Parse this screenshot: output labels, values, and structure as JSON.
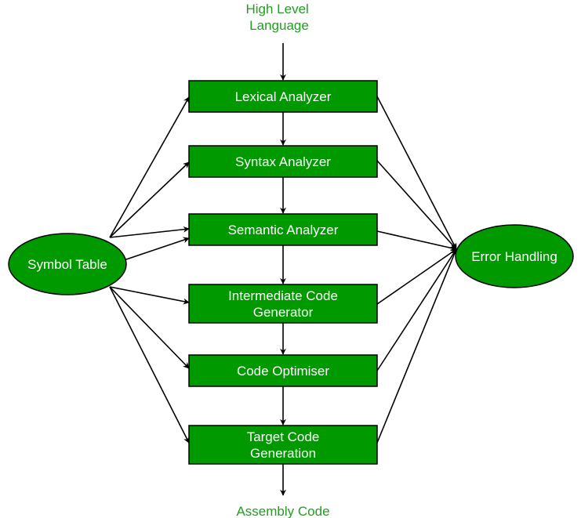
{
  "input_label": [
    "High Level",
    "Language"
  ],
  "output_label": "Assembly Code",
  "phases": [
    {
      "id": "lexical",
      "lines": [
        "Lexical Analyzer"
      ]
    },
    {
      "id": "syntax",
      "lines": [
        "Syntax Analyzer"
      ]
    },
    {
      "id": "semantic",
      "lines": [
        "Semantic Analyzer"
      ]
    },
    {
      "id": "intermediate",
      "lines": [
        "Intermediate Code",
        "Generator"
      ]
    },
    {
      "id": "optimiser",
      "lines": [
        "Code Optimiser"
      ]
    },
    {
      "id": "target",
      "lines": [
        "Target Code",
        "Generation"
      ]
    }
  ],
  "symbol_table": "Symbol Table",
  "error_handling": "Error Handling",
  "colors": {
    "fill": "#009900",
    "io_text": "#1f9e1f",
    "box_text": "#ffffff"
  }
}
